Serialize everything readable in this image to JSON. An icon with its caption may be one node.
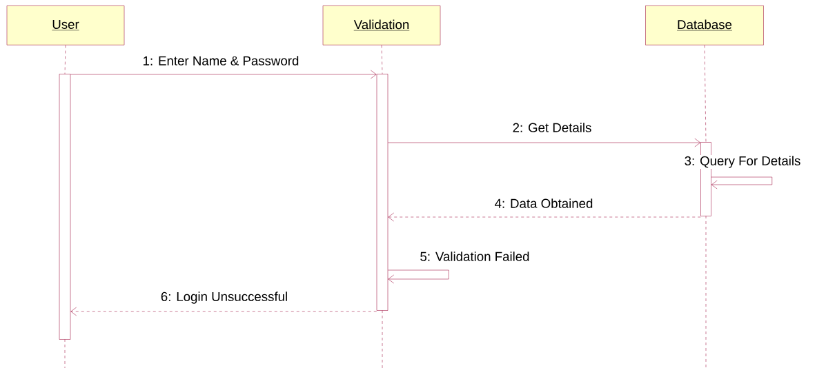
{
  "diagram": {
    "nodes": [
      {
        "text": [
          "User"
        ]
      },
      {
        "text": [
          "Validation"
        ]
      },
      {
        "text": [
          "Database"
        ]
      },
      {
        "text": [],
        "shape": "bar"
      },
      {
        "text": [],
        "shape": "bar"
      },
      {
        "text": [],
        "shape": "bar"
      }
    ],
    "edges": [
      {
        "from": 0,
        "to": 3,
        "arrow": "none",
        "style": "dashed"
      },
      {
        "from": 1,
        "to": 4,
        "arrow": "none",
        "style": "dashed"
      },
      {
        "from": 2,
        "to": 5,
        "arrow": "none",
        "style": "dashed"
      },
      {
        "from": 3,
        "to": 4,
        "arrow": "to",
        "label": "1: Enter Name & Password"
      },
      {
        "from": 4,
        "to": 5,
        "arrow": "to",
        "label": "2: Get Details"
      },
      {
        "from": 5,
        "to": 5,
        "arrow": "to",
        "label": "3: Query For Details"
      },
      {
        "from": 5,
        "to": 4,
        "arrow": "to",
        "label": "4: Data Obtained",
        "style": "dashed"
      },
      {
        "from": 4,
        "to": 4,
        "arrow": "to",
        "label": "5: Validation Failed"
      },
      {
        "from": 4,
        "to": 3,
        "arrow": "to",
        "label": "6: Login Unsuccessful",
        "style": "dashed"
      }
    ]
  }
}
